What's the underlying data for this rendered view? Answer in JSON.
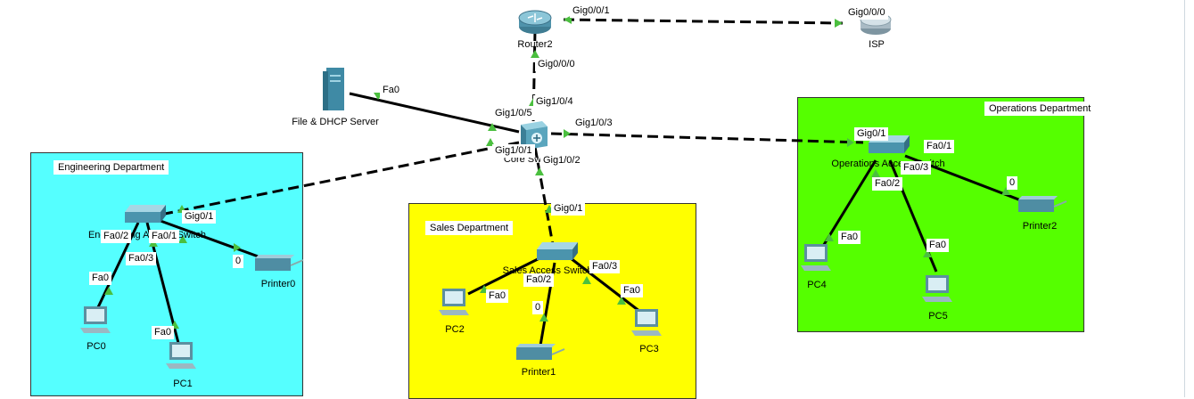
{
  "areas": {
    "engineering": {
      "label": "Engineering Department",
      "color": "#55ffff"
    },
    "sales": {
      "label": "Sales Department",
      "color": "#ffff00"
    },
    "operations": {
      "label": "Operations Department",
      "color": "#55ff00"
    }
  },
  "devices": {
    "router2": "Router2",
    "isp": "ISP",
    "server": "File & DHCP Server",
    "core_switch": "Core Sw",
    "eng_switch": "Engineering Access Switch",
    "sales_switch": "Sales Access Switch",
    "ops_switch": "Operations Access Switch",
    "pc0": "PC0",
    "pc1": "PC1",
    "pc2": "PC2",
    "pc3": "PC3",
    "pc4": "PC4",
    "pc5": "PC5",
    "printer0": "Printer0",
    "printer1": "Printer1",
    "printer2": "Printer2"
  },
  "ports": {
    "router2_gig001": "Gig0/0/1",
    "isp_gig000": "Gig0/0/0",
    "router2_gig000": "Gig0/0/0",
    "core_gig104": "Gig1/0/4",
    "server_fa0": "Fa0",
    "core_gig105": "Gig1/0/5",
    "core_gig103": "Gig1/0/3",
    "core_gig101": "Gig1/0/1",
    "core_gig102": "Gig1/0/2",
    "sales_gig01": "Gig0/1",
    "eng_gig01": "Gig0/1",
    "ops_gig01": "Gig0/1",
    "eng_fa02": "Fa0/2",
    "eng_fa01": "Fa0/1",
    "eng_fa03": "Fa0/3",
    "pc0_fa0": "Fa0",
    "pc1_fa0": "Fa0",
    "printer0_port": "0",
    "sales_fa03": "Fa0/3",
    "sales_fa02": "Fa0/2",
    "pc2_fa0": "Fa0",
    "printer1_port": "0",
    "pc3_fa0": "Fa0",
    "ops_fa01": "Fa0/1",
    "ops_fa03": "Fa0/3",
    "ops_fa02": "Fa0/2",
    "printer2_port": "0",
    "pc4_fa0": "Fa0",
    "pc5_fa0": "Fa0"
  }
}
